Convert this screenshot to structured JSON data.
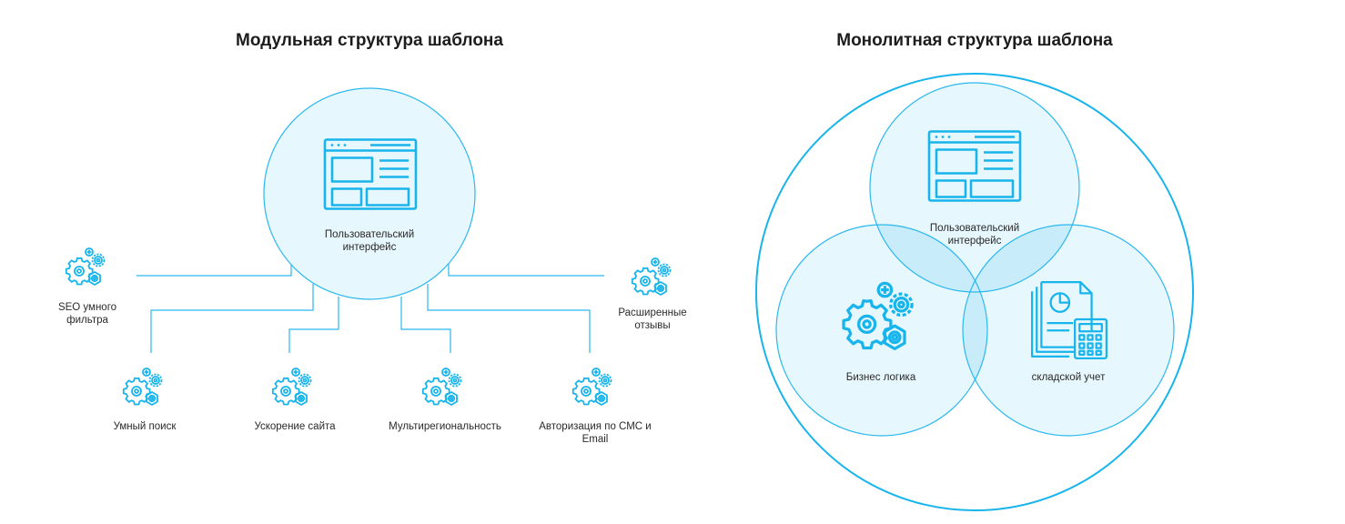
{
  "modular": {
    "title": "Модульная структура шаблона",
    "center_label_line1": "Пользовательский",
    "center_label_line2": "интерфейс",
    "modules": [
      {
        "line1": "SEO умного",
        "line2": "фильтра"
      },
      {
        "line1": "Расширенные",
        "line2": "отзывы"
      },
      {
        "line1": "Умный поиск",
        "line2": ""
      },
      {
        "line1": "Ускорение сайта",
        "line2": ""
      },
      {
        "line1": "Мультирегиональность",
        "line2": ""
      },
      {
        "line1": "Авторизация по СМС и",
        "line2": "Email"
      }
    ]
  },
  "monolithic": {
    "title": "Монолитная структура шаблона",
    "ui_label_line1": "Пользовательский",
    "ui_label_line2": "интерфейс",
    "business_label": "Бизнес логика",
    "warehouse_label": "складской учет"
  },
  "colors": {
    "accent": "#18b4ec",
    "circle_fill": "#e6f7fd",
    "overlap_fill": "#c9ecfa",
    "line": "#2bb8ee"
  },
  "icons": {
    "interface": "browser-window-icon",
    "module": "gears-icon",
    "warehouse": "documents-calculator-icon"
  }
}
